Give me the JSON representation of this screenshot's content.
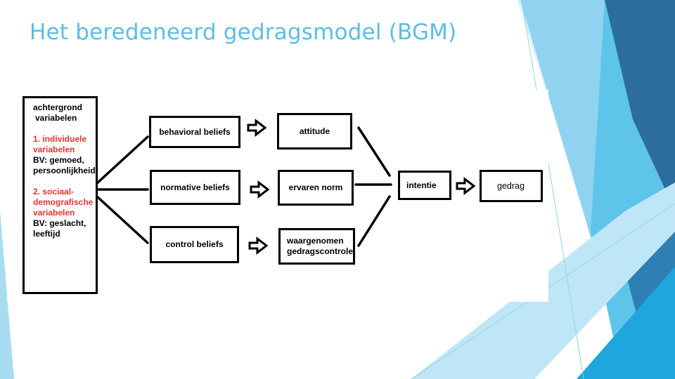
{
  "slide": {
    "title": "Het beredeneerd gedragsmodel (BGM)"
  },
  "diagram": {
    "background_box": {
      "line1": "achtergrond",
      "line2": "variabelen",
      "group1_line1": "1. individuele",
      "group1_line2": "variabelen",
      "group1_line3": "BV: gemoed,",
      "group1_line4": "persoonlijkheid",
      "group2_line1": "2. sociaal-",
      "group2_line2": "demografische",
      "group2_line3": "variabelen",
      "group2_line4": "BV: geslacht,",
      "group2_line5": "leeftijd"
    },
    "beliefs": {
      "behavioral": "behavioral beliefs",
      "normative": "normative beliefs",
      "control": "control beliefs"
    },
    "determinants": {
      "attitude": "attitude",
      "norm": "ervaren norm",
      "control_line1": "waargenomen",
      "control_line2": "gedragscontrole"
    },
    "intention": "intentie",
    "behavior": "gedrag"
  },
  "colors": {
    "title": "#5bbfe2",
    "accent_red": "#e8332e",
    "deco_light": "#bfe6f6",
    "deco_mid": "#5ec4ea",
    "deco_bright": "#1fa6dc",
    "deco_dark": "#2b6d9d"
  },
  "icons": {
    "arrow": "hollow-right-arrow-icon"
  }
}
